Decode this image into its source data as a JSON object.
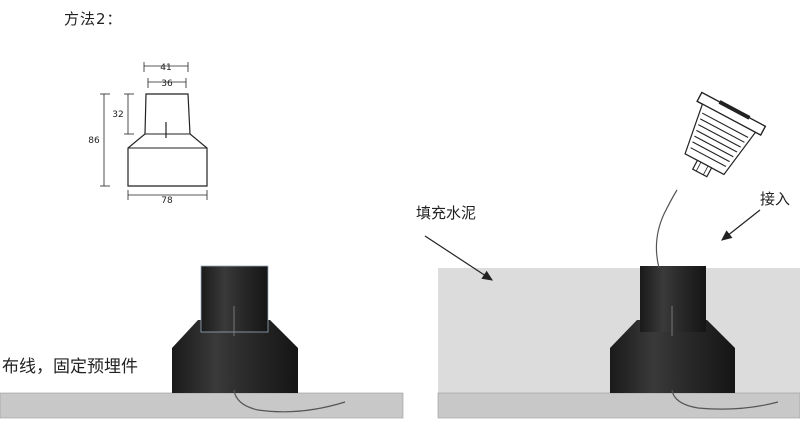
{
  "title": "方法2：",
  "labels": {
    "wiring": "布线，固定预埋件",
    "fill": "填充水泥",
    "insert": "接入"
  },
  "dimensions": {
    "top_outer": "41",
    "top_inner": "36",
    "top_height": "32",
    "total_height": "86",
    "base_width": "78"
  },
  "colors": {
    "body": "#222222",
    "ground": "#c8c8c8",
    "cement": "#dcdcdc"
  }
}
